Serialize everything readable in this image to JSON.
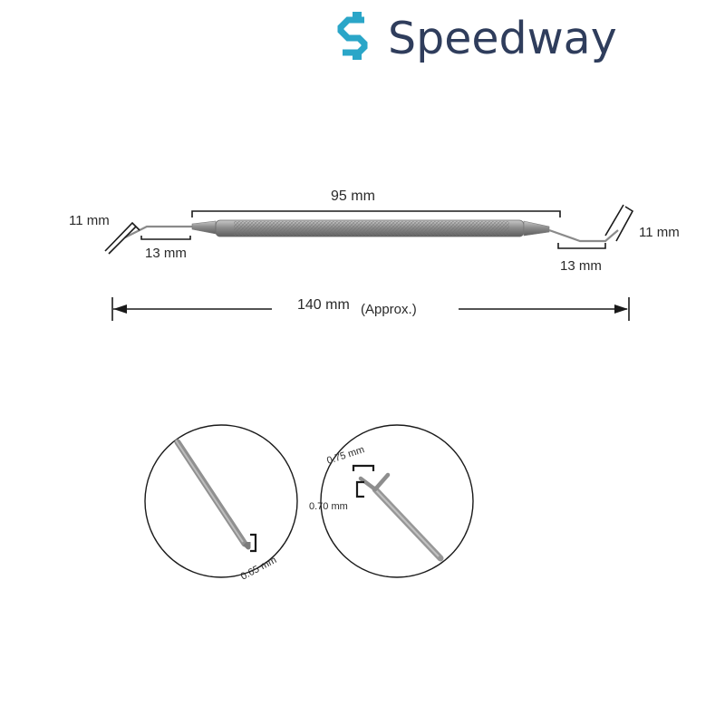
{
  "brand": {
    "name": "Speedway",
    "text_color": "#2f3d5c",
    "accent_color": "#2aa6c8"
  },
  "instrument": {
    "handle_length_label": "95 mm",
    "left_tip_length_label": "11 mm",
    "left_shank_label": "13 mm",
    "right_tip_length_label": "11 mm",
    "right_shank_label": "13 mm",
    "overall_length_label": "140 mm",
    "overall_length_note": "(Approx.)"
  },
  "detail_hook": {
    "tip_size_label": "0.65 mm"
  },
  "detail_fork": {
    "prong_gap_label": "0.75 mm",
    "prong_length_label": "0.70 mm"
  },
  "colors": {
    "line": "#1a1a1a",
    "handle": "#9a9a9a",
    "steel": "#8c8c8c"
  }
}
